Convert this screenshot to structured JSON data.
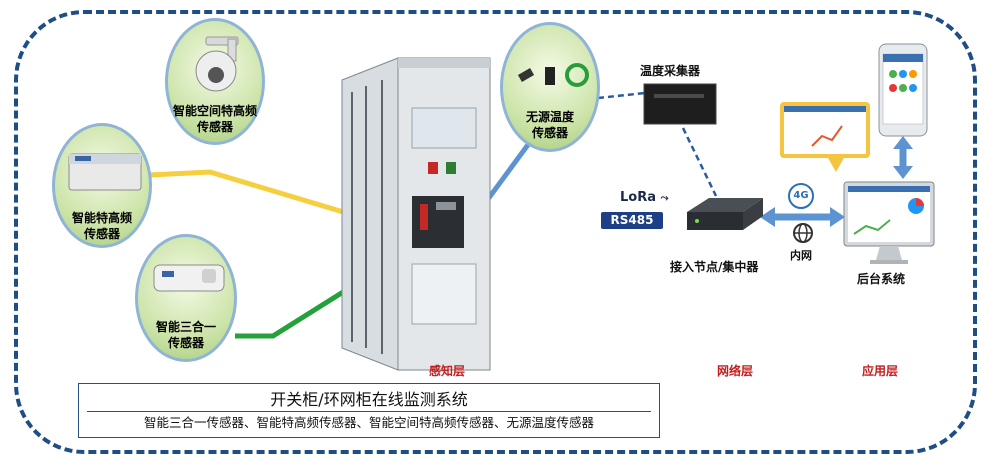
{
  "layers": {
    "perception": "感知层",
    "network": "网络层",
    "application": "应用层"
  },
  "sensors": {
    "space_hf": "智能空间特高频传感器",
    "hf_line1": "智能特高频",
    "hf_line2": "传感器",
    "triple_line1": "智能三合一",
    "triple_line2": "传感器",
    "passive_line1": "无源温度",
    "passive_line2": "传感器"
  },
  "network": {
    "temp_collector": "温度采集器",
    "lora": "LoRa",
    "rs485": "RS485",
    "access_node": "接入节点/集中器",
    "cellular": "4G",
    "intranet": "内网"
  },
  "backend": {
    "label": "后台系统"
  },
  "caption": {
    "title": "开关柜/环网柜在线监测系统",
    "subtitle": "智能三合一传感器、智能特高频传感器、智能空间特高频传感器、无源温度传感器"
  },
  "colors": {
    "frame": "#1f4e86",
    "yellow_link": "#f5cf3e",
    "green_link": "#23a23a",
    "blue_link": "#5c93d0",
    "layer_label": "#c0201f"
  }
}
